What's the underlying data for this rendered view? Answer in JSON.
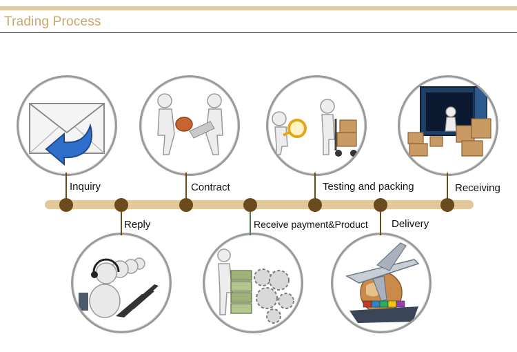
{
  "header": {
    "title": "Trading Process"
  },
  "steps": [
    {
      "label": "Inquiry",
      "icon": "envelope-reply-icon"
    },
    {
      "label": "Reply",
      "icon": "call-center-icon"
    },
    {
      "label": "Contract",
      "icon": "handshake-contract-icon"
    },
    {
      "label": "Receive payment&Product",
      "icon": "money-gears-icon"
    },
    {
      "label": "Testing and packing",
      "icon": "inspection-cart-icon"
    },
    {
      "label": "Delivery",
      "icon": "airplane-ship-globe-icon"
    },
    {
      "label": "Receiving",
      "icon": "container-boxes-icon"
    }
  ],
  "colors": {
    "accent": "#c9a66b",
    "timeline": "#e3c99a",
    "node": "#6b4b1e",
    "stem_alt": "#4f7a56"
  }
}
